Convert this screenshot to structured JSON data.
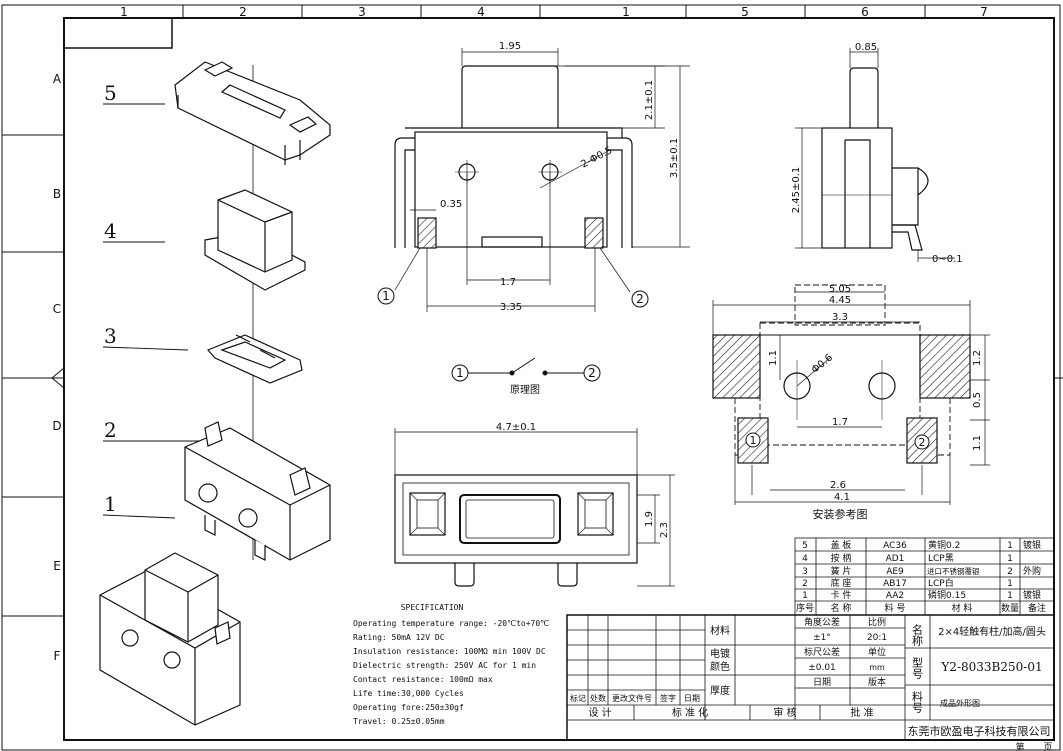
{
  "frame": {
    "col_labels": [
      "1",
      "2",
      "3",
      "4",
      "1",
      "5",
      "6",
      "7"
    ],
    "row_labels": [
      "A",
      "B",
      "C",
      "D",
      "E",
      "F"
    ]
  },
  "callouts": [
    "5",
    "4",
    "3",
    "2",
    "1"
  ],
  "front_view": {
    "dims": [
      "1.95",
      "2.1±0.1",
      "3.5±0.1",
      "2-Φ0.5",
      "0.35",
      "1.7",
      "3.35"
    ],
    "markers": [
      "1",
      "2"
    ]
  },
  "side_view": {
    "dims": [
      "0.85",
      "2.45±0.1",
      "0~0.1"
    ]
  },
  "schematic": {
    "markers": [
      "1",
      "2"
    ],
    "caption": "原理图"
  },
  "bottom_view": {
    "dims": [
      "4.7±0.1",
      "1.9",
      "2.3"
    ]
  },
  "mount_view": {
    "dims": [
      "5.05",
      "4.45",
      "3.3",
      "1.1",
      "Φ0.6",
      "1.7",
      "1.2",
      "0.5",
      "1.1",
      "2.6",
      "4.1"
    ],
    "markers": [
      "1",
      "2"
    ],
    "caption": "安装参考图"
  },
  "spec": {
    "title": "SPECIFICATION",
    "lines": [
      "Operating temperature range: -20℃to+70℃",
      "Rating: 50mA 12V DC",
      "Insulation resistance: 100MΩ min 100V DC",
      "Dielectric strength: 250V AC for 1 min",
      "Contact resistance: 100mΩ max",
      "Life time:30,000 Cycles",
      "Operating fore:250±30gf",
      "Travel: 0.25±0.05mm"
    ]
  },
  "bom": {
    "rows": [
      {
        "no": "5",
        "name": "盖  板",
        "code": "AC36",
        "material": "黄铜0.2",
        "qty": "1",
        "remark": "镀银"
      },
      {
        "no": "4",
        "name": "按  柄",
        "code": "AD1",
        "material": "LCP黑",
        "qty": "1",
        "remark": ""
      },
      {
        "no": "3",
        "name": "簧  片",
        "code": "AE9",
        "material": "进口不锈钢覆银",
        "qty": "2",
        "remark": "外购"
      },
      {
        "no": "2",
        "name": "底  座",
        "code": "AB17",
        "material": "LCP白",
        "qty": "1",
        "remark": ""
      },
      {
        "no": "1",
        "name": "卡  件",
        "code": "AA2",
        "material": "磷铜0.15",
        "qty": "1",
        "remark": "镀银"
      }
    ],
    "header": {
      "no": "序号",
      "name": "名  称",
      "code": "料  号",
      "material": "材  料",
      "qty": "数量",
      "remark": "备注"
    }
  },
  "title_block": {
    "material_label": "材料",
    "electroplate_label": "电镀",
    "color_label": "颜色",
    "thickness_label": "厚度",
    "angle_tol_label": "角度公差",
    "angle_tol": "±1°",
    "scale_label": "比例",
    "scale": "20:1",
    "dim_tol_label": "标尺公差",
    "dim_tol": "±0.01",
    "unit_label": "单位",
    "unit": "mm",
    "date_label": "日期",
    "version_label": "版本",
    "name_label": "名称",
    "name": "2×4轻触有柱/加高/圆头",
    "model_label": "型号",
    "model": "Y2-8033B250-01",
    "part_label": "料号",
    "part": "成品外形图",
    "rev_headers": [
      "标记",
      "处数",
      "更改文件号",
      "签字",
      "日期"
    ],
    "sign_row": [
      "设  计",
      "标 准 化",
      "审  核",
      "批  准"
    ],
    "company": "东莞市欧盈电子科技有限公司",
    "page_label": "第",
    "page_suffix": "页"
  }
}
